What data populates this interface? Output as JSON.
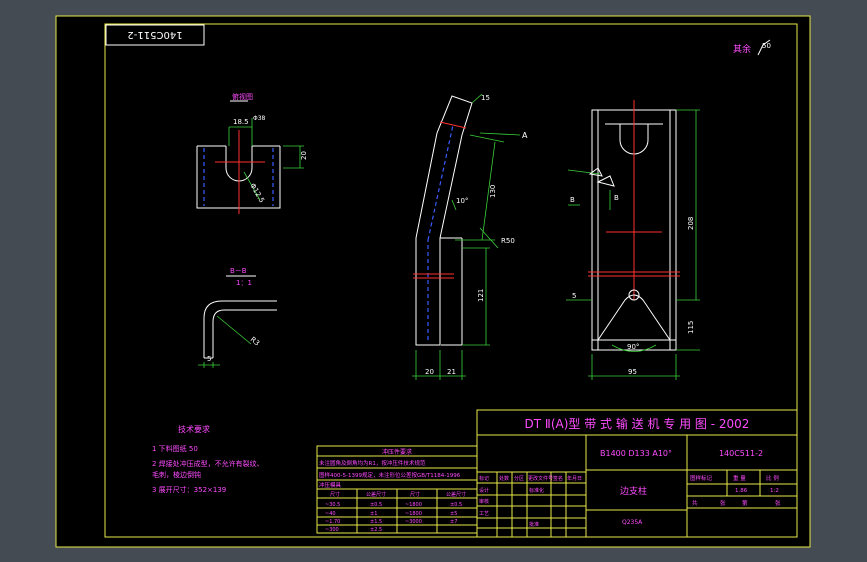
{
  "drawing": {
    "corner_code": "140C511-2",
    "roughness_note": "其余",
    "roughness_value": "50",
    "colors": {
      "background": "#444b52",
      "sheet": "#000000",
      "border": "#e8e84a",
      "dim": "#3ad23a",
      "text": "#ff4cff"
    }
  },
  "views": {
    "top_label": "俯视图",
    "dims_top": [
      "18.5",
      "Φ38",
      "20",
      "Φ12.5"
    ],
    "section_label": "B－B",
    "section_scale": "1：1",
    "section_dims": [
      "5",
      "R3"
    ],
    "side_dims": [
      "15",
      "A",
      "130",
      "10°",
      "R50",
      "121",
      "20",
      "21"
    ],
    "front_dims": [
      "208",
      "5",
      "B",
      "B",
      "115",
      "90°",
      "95"
    ]
  },
  "notes": {
    "title": "技术要求",
    "items": [
      "1 下料图纸 50",
      "2 焊接处冲压成型，不允许有裂纹、",
      "  毛刺，棱边倒钝",
      "3 展开尺寸：352×139"
    ]
  },
  "param_table": {
    "title": "冲压件要求",
    "rows": [
      "未注圆角及倒角均为R1，按冲压件技术规范",
      "图样400-5-1399规定，未注形位公差按GB/T1184-1996",
      "冲压模具",
      [
        "尺寸",
        "公差尺寸",
        "尺寸",
        "公差尺寸"
      ],
      [
        "~30.5",
        "±0.5",
        "~1800",
        "±0.5"
      ],
      [
        "~40",
        "±1",
        "~1800",
        "±5"
      ],
      [
        "~1.70",
        "±1.5",
        "~3000",
        "±7"
      ],
      [
        "~300",
        "±2.5",
        "",
        ""
      ]
    ]
  },
  "title_block": {
    "main_title": "DT Ⅱ(A)型   带 式 输 送 机 专 用 图 - 2002",
    "spec": "B1400 D133 A10°",
    "drawing_no": "140C511-2",
    "part_name": "边支柱",
    "material": "Q235A",
    "stage_label": "图样标记",
    "weight_label": "重 量",
    "scale_label": "比 例",
    "weight": "1.86",
    "scale": "1:2",
    "sheet_total_label": "共",
    "sheet_label": "张",
    "sheet_no_label": "第",
    "rev_headers": [
      "标记",
      "处数",
      "分区",
      "更改文件号",
      "签名",
      "年月日"
    ],
    "role_labels": [
      "设计",
      "审核",
      "工艺",
      "标准化",
      "批准"
    ]
  }
}
